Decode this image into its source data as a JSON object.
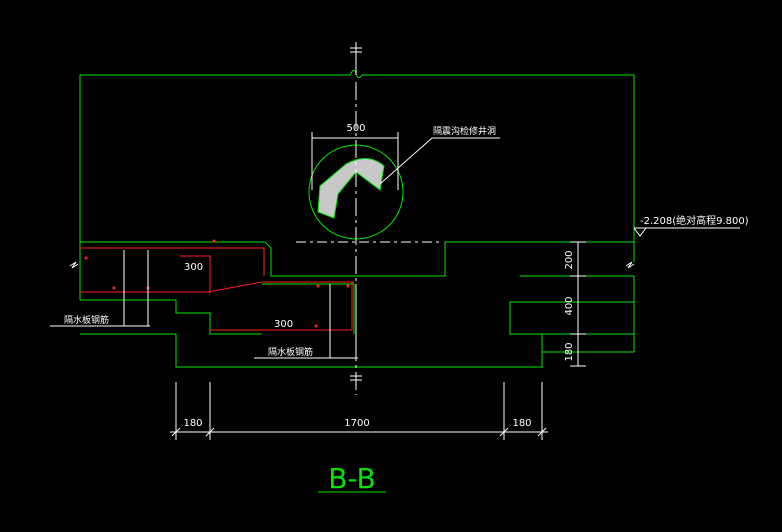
{
  "colors": {
    "background": "#000000",
    "structure": "#00e600",
    "rebar": "#ff2020",
    "annotation": "#ffffff",
    "hatch": "#c0c0c0"
  },
  "drawing": {
    "section_title": "B-B",
    "pipe_diameter": "500",
    "pipe_note": "隔震沟检修井洞",
    "elevation_note": "-2.208(绝对高程9.800)",
    "rebar_label_left": "300",
    "rebar_label_right": "300",
    "waterstop_left": "隔水板钢筋",
    "waterstop_right": "隔水板钢筋",
    "dim_right_top": "200",
    "dim_right_mid": "400",
    "dim_right_bottom": "180",
    "dim_bottom_left": "180",
    "dim_bottom_mid": "1700",
    "dim_bottom_right": "180"
  }
}
